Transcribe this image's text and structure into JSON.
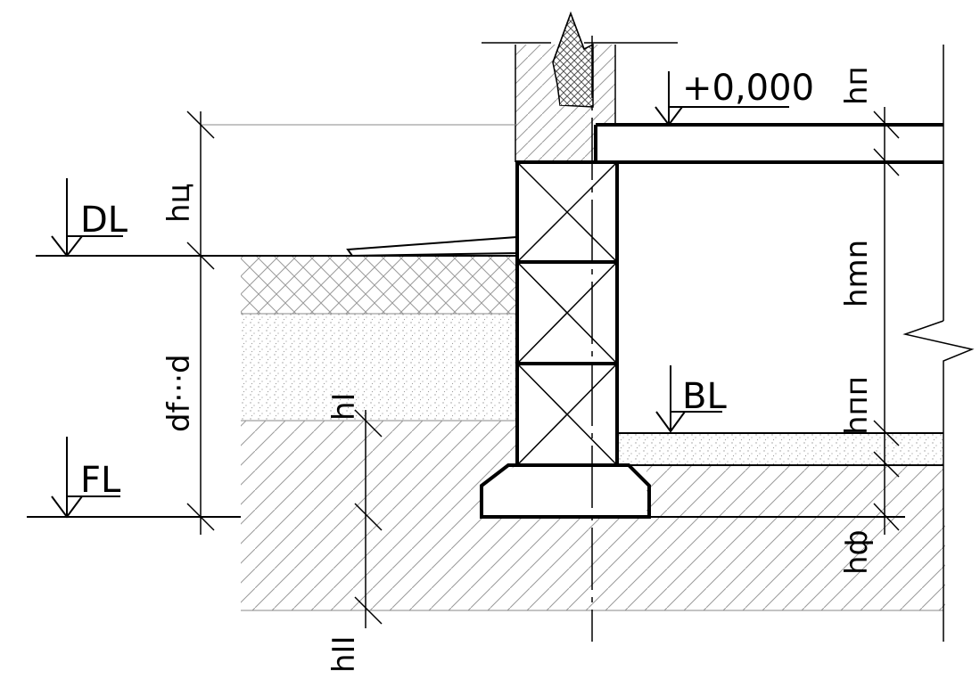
{
  "levels": {
    "zero": "+0,000",
    "dl": "DL",
    "bl": "BL",
    "fl": "FL"
  },
  "dimensions": {
    "h_p": "hп",
    "h_ts": "hц",
    "h_mn": "hmn",
    "h_pp": "hпп",
    "h_f": "hф",
    "d": "df···d",
    "h_1": "hI",
    "h_2": "hII"
  },
  "colors": {
    "line": "#000000",
    "hatch": "#9a9a9a",
    "sand": "#bdbdbd"
  }
}
